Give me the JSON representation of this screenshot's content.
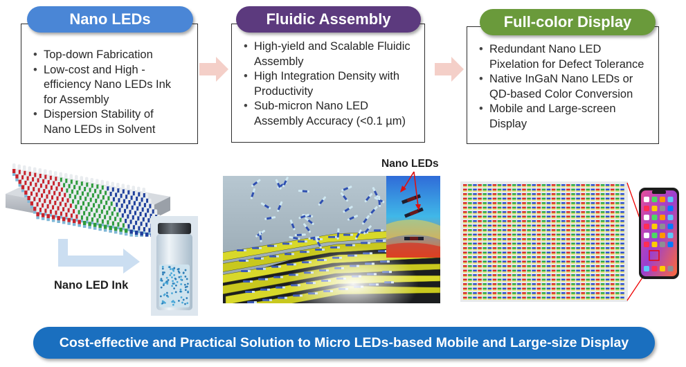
{
  "stages": [
    {
      "title": "Nano LEDs",
      "color": "#4a86d6",
      "bullets": [
        "Top-down Fabrication",
        "Low-cost and High -\nefficiency Nano LEDs Ink\nfor Assembly",
        "Dispersion Stability of\nNano LEDs in Solvent"
      ]
    },
    {
      "title": "Fluidic Assembly",
      "color": "#5c3a7e",
      "bullets": [
        "High-yield and Scalable Fluidic\nAssembly",
        "High Integration Density with\nProductivity",
        "Sub-micron Nano LED\nAssembly Accuracy (<0.1 µm)"
      ]
    },
    {
      "title": "Full-color Display",
      "color": "#6a9a3b",
      "bullets": [
        "Redundant Nano LED\nPixelation for Defect Tolerance",
        "Native InGaN Nano LEDs or\nQD-based Color Conversion",
        "Mobile and Large-screen\nDisplay"
      ]
    }
  ],
  "arrow_color": "#f4cfc8",
  "labels": {
    "ink": "Nano LED Ink",
    "nano_leds": "Nano LEDs"
  },
  "banner": {
    "text": "Cost-effective and Practical Solution to Micro LEDs-based Mobile and Large-size Display",
    "color": "#1a6fbf"
  },
  "icons": [
    "nanorod-array-icon",
    "ink-vial-icon",
    "fluidic-assembly-icon",
    "pixel-array-icon",
    "smartphone-icon"
  ]
}
